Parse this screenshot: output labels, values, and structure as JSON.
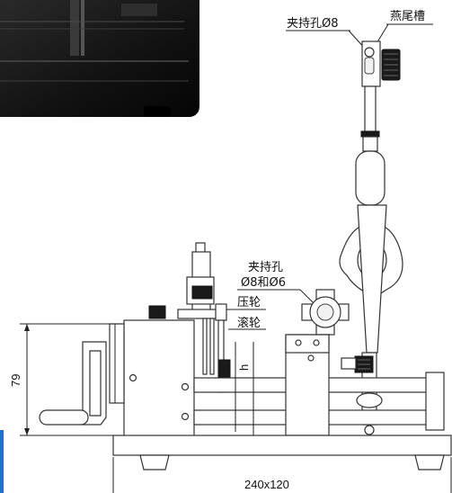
{
  "labels": {
    "holder_hole_8": "夹持孔Ø8",
    "dovetail": "燕尾槽",
    "holder_hole_line1": "夹持孔",
    "holder_hole_line2": "Ø8和Ø6",
    "pressure_wheel": "压轮",
    "roller_wheel": "滚轮",
    "height_symbol": "h",
    "height_dim": "79",
    "base_dim": "240x120"
  },
  "colors": {
    "photo_dark": "#141414",
    "line": "#222222",
    "accent_blue": "#1e6fd0"
  }
}
